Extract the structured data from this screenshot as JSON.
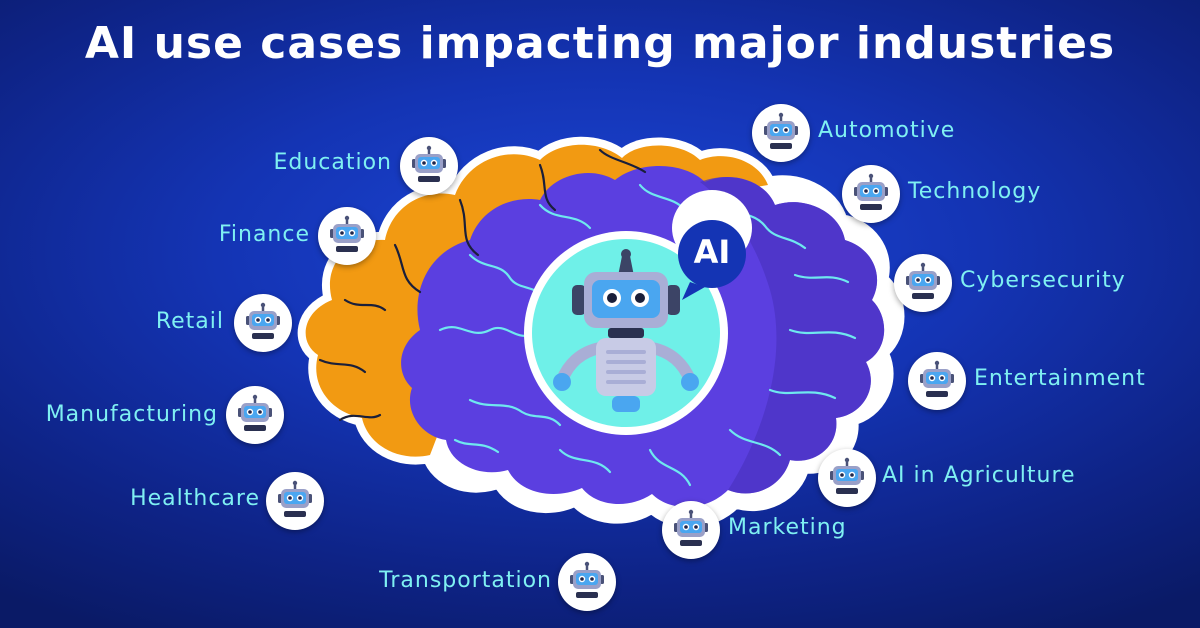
{
  "title": "AI use cases impacting major industries",
  "center": {
    "bubble_text": "AI"
  },
  "colors": {
    "accent_cyan": "#7ff0f2",
    "brain_purple": "#5b3fe0",
    "brain_orange": "#f29a12",
    "background": "#1434b4"
  },
  "industries": [
    {
      "label": "Education",
      "icon": "robot-icon"
    },
    {
      "label": "Finance",
      "icon": "robot-icon"
    },
    {
      "label": "Retail",
      "icon": "robot-icon"
    },
    {
      "label": "Manufacturing",
      "icon": "robot-icon"
    },
    {
      "label": "Healthcare",
      "icon": "robot-icon"
    },
    {
      "label": "Transportation",
      "icon": "robot-icon"
    },
    {
      "label": "Automotive",
      "icon": "robot-icon"
    },
    {
      "label": "Technology",
      "icon": "robot-icon"
    },
    {
      "label": "Cybersecurity",
      "icon": "robot-icon"
    },
    {
      "label": "Entertainment",
      "icon": "robot-icon"
    },
    {
      "label": "AI in Agriculture",
      "icon": "robot-icon"
    },
    {
      "label": "Marketing",
      "icon": "robot-icon"
    }
  ]
}
